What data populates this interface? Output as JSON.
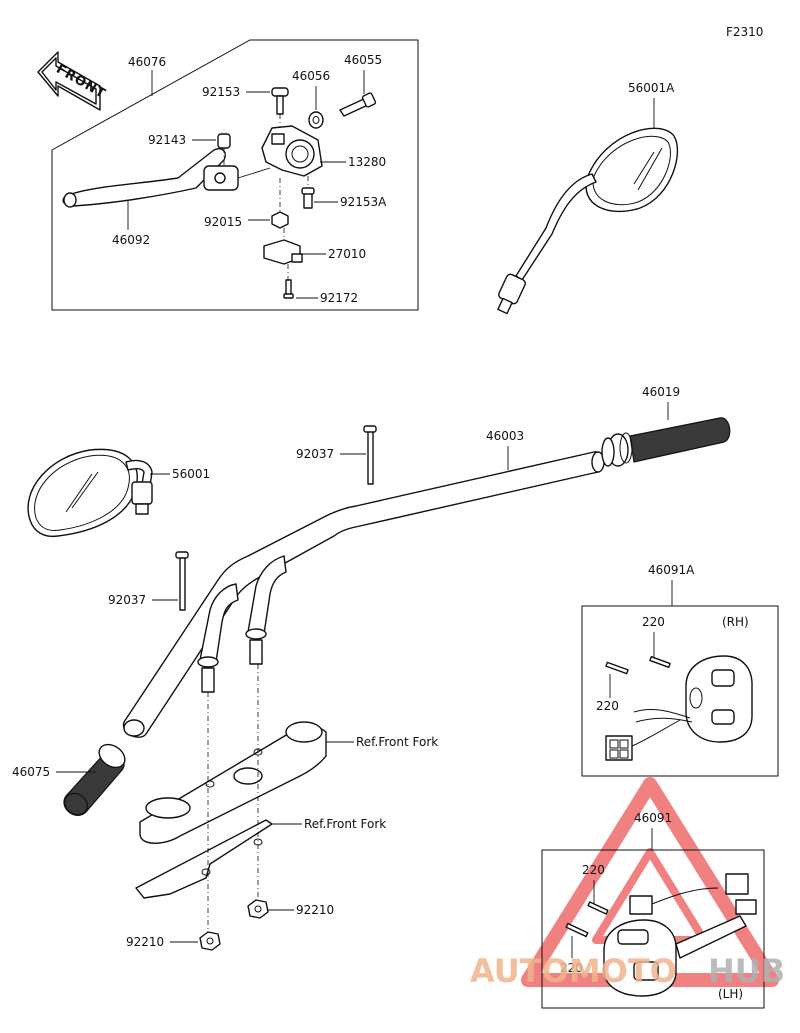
{
  "figure_code": "F2310",
  "front_label": "FRONT",
  "labels": {
    "p46076": "46076",
    "p46055": "46055",
    "p46056": "46056",
    "p92153": "92153",
    "p92143": "92143",
    "p13280": "13280",
    "p92153A": "92153A",
    "p92015": "92015",
    "p46092": "46092",
    "p27010": "27010",
    "p92172": "92172",
    "p56001A": "56001A",
    "p46019": "46019",
    "p46003": "46003",
    "p92037_top": "92037",
    "p56001": "56001",
    "p92037_left": "92037",
    "p46091A": "46091A",
    "p220_rh_a": "220",
    "p220_rh_b": "220",
    "rh": "(RH)",
    "p46075": "46075",
    "ref_fork_1": "Ref.Front Fork",
    "ref_fork_2": "Ref.Front Fork",
    "p46091": "46091",
    "p220_lh_a": "220",
    "p220_lh_b": "220",
    "lh": "(LH)",
    "p92210_right": "92210",
    "p92210_left": "92210"
  },
  "watermark": {
    "part1": "AUTOMOTO",
    "part2": "HUB",
    "color_primary": "#f2b38c",
    "color_secondary": "#b0b0b0",
    "triangle_color": "#ef6b6b"
  }
}
